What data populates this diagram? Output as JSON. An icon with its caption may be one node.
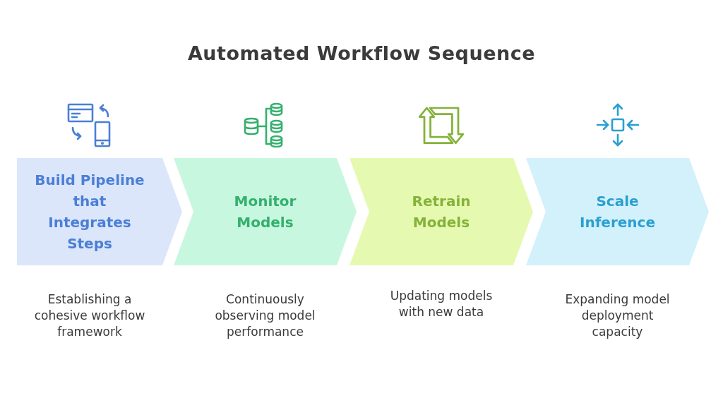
{
  "diagram": {
    "title": "Automated Workflow Sequence",
    "nodes": [
      {
        "text": [
          "Build Pipeline that Integrates Steps"
        ],
        "beside": [
          "Establishing a cohesive workflow framework"
        ]
      },
      {
        "text": [
          "Monitor Models"
        ],
        "beside": [
          "Continuously observing model performance"
        ]
      },
      {
        "text": [
          "Retrain Models"
        ],
        "beside": [
          "Updating models with new data"
        ]
      },
      {
        "text": [
          "Scale Inference"
        ],
        "beside": [
          "Expanding model deployment capacity"
        ]
      }
    ]
  }
}
